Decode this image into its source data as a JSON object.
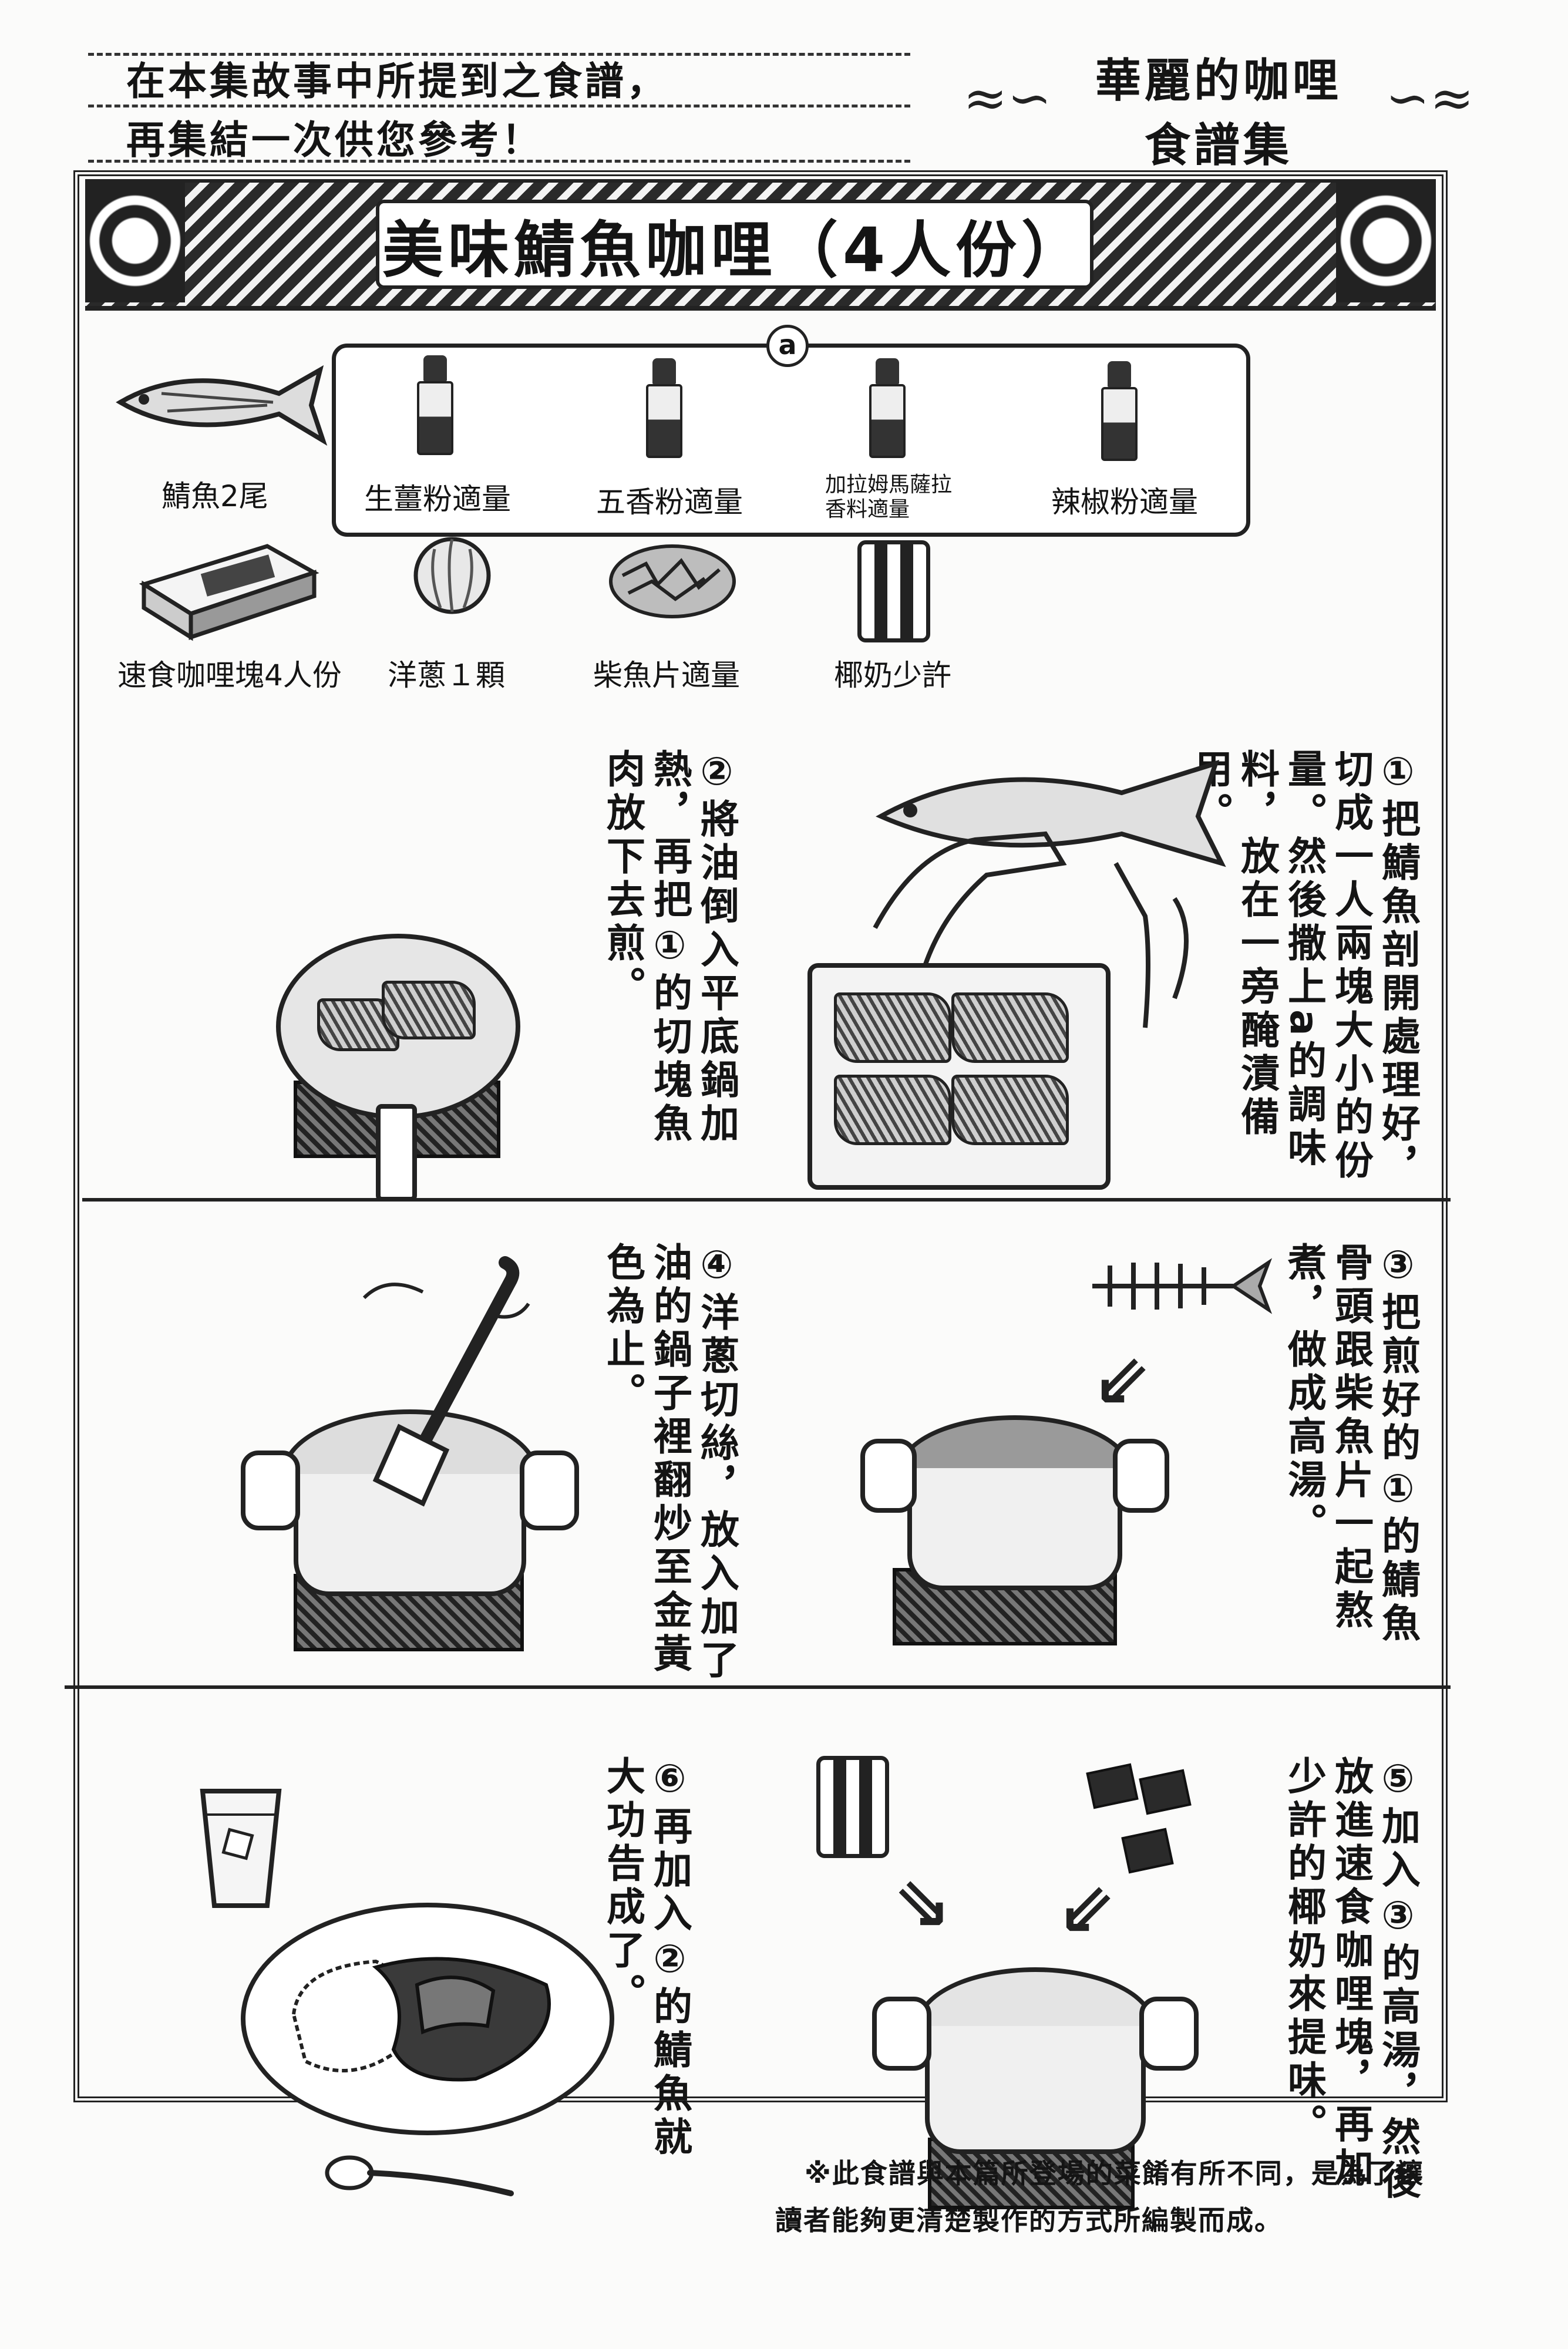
{
  "intro": {
    "line1": "在本集故事中所提到之食譜，",
    "line2": "再集結一次供您參考！"
  },
  "banner": {
    "line1": "華麗的咖哩",
    "line2": "食譜集"
  },
  "title": "美味鯖魚咖哩（4人份）",
  "spice_marker": "a",
  "ingredients": {
    "fish": "鯖魚2尾",
    "ginger": "生薑粉適量",
    "five_spice": "五香粉適量",
    "garam_line1": "加拉姆馬薩拉",
    "garam_line2": "香料適量",
    "chili": "辣椒粉適量",
    "curry_roux": "速食咖哩塊4人份",
    "onion": "洋蔥１顆",
    "bonito": "柴魚片適量",
    "coconut": "椰奶少許"
  },
  "steps": {
    "s1": "①把鯖魚剖開處理好，切成一人兩塊大小的份量。然後撒上a的調味料，放在一旁醃漬備用。",
    "s2": "②將油倒入平底鍋加熱，再把①的切塊魚肉放下去煎。",
    "s3": "③把煎好的①的鯖魚骨頭跟柴魚片一起熬煮，做成高湯。",
    "s4": "④洋蔥切絲，放入加了油的鍋子裡翻炒至金黃色為止。",
    "s5": "⑤加入③的高湯，然後放進速食咖哩塊，再加少許的椰奶來提味。",
    "s6": "⑥再加入②的鯖魚就大功告成了。"
  },
  "footnote": {
    "line1": "※此食譜與本篇所登場的菜餚有所不同，是為了讓",
    "line2": "讀者能夠更清楚製作的方式所編製而成。"
  }
}
